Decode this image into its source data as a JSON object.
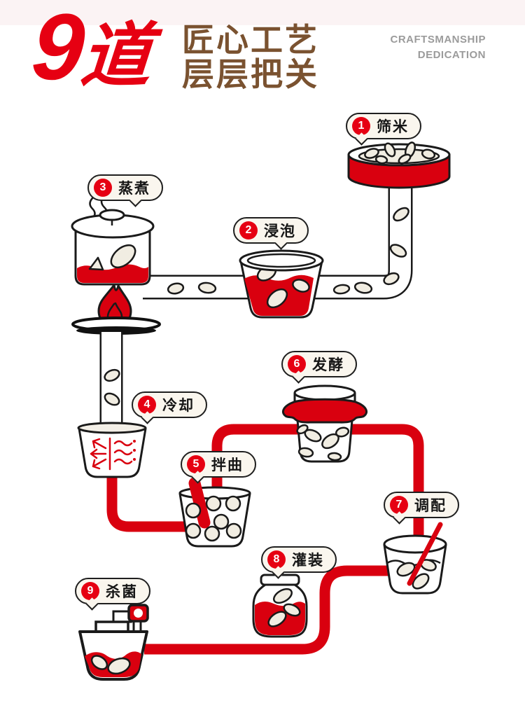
{
  "header": {
    "badge_number": "9",
    "badge_unit": "道",
    "title_line1": "匠心工艺",
    "title_line2": "层层把关",
    "tagline_line1": "CRAFTSMANSHIP",
    "tagline_line2": "DEDICATION"
  },
  "steps": [
    {
      "num": "1",
      "label": "筛米"
    },
    {
      "num": "2",
      "label": "浸泡"
    },
    {
      "num": "3",
      "label": "蒸煮"
    },
    {
      "num": "4",
      "label": "冷却"
    },
    {
      "num": "5",
      "label": "拌曲"
    },
    {
      "num": "6",
      "label": "发酵"
    },
    {
      "num": "7",
      "label": "调配"
    },
    {
      "num": "8",
      "label": "灌装"
    },
    {
      "num": "9",
      "label": "杀菌"
    }
  ],
  "illustrations": {
    "step1_icon": "rice-sieve-icon",
    "step2_icon": "soaking-bowl-icon",
    "step3_icon": "steaming-pot-flame-icon",
    "step4_icon": "cooling-tank-snowflake-icon",
    "step5_icon": "yeast-mixing-cup-icon",
    "step6_icon": "fermentation-jar-icon",
    "step7_icon": "blending-cup-icon",
    "step8_icon": "filling-bottle-icon",
    "step9_icon": "sterilizing-machine-icon"
  },
  "colors": {
    "accent_red": "#d9000f",
    "badge_red": "#e60012",
    "title_brown": "#7a5230",
    "tagline_gray": "#9b9b9b",
    "bubble_cream": "#faf6ee",
    "grain_cream": "#f1ede2",
    "outline_black": "#1a1a1a",
    "top_strip_pink": "#fbf3f4"
  }
}
